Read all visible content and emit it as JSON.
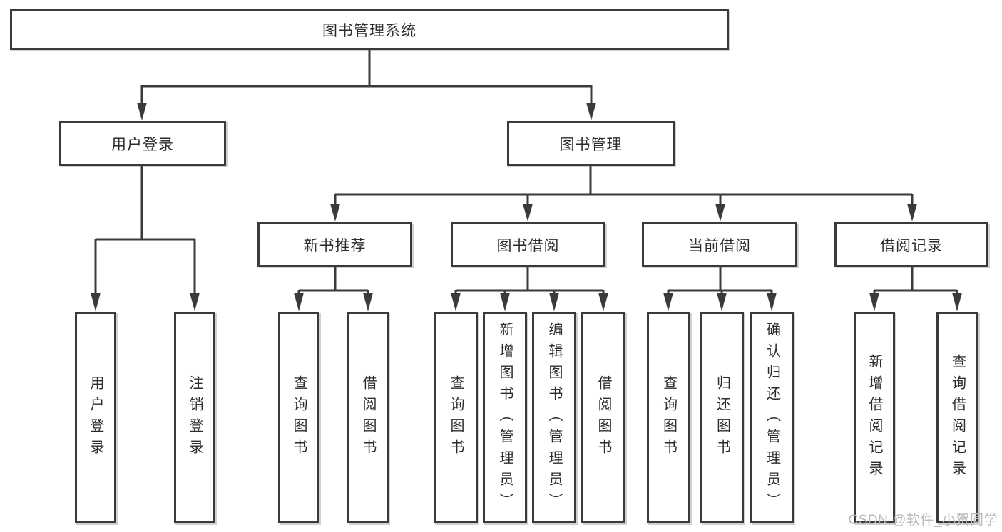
{
  "diagram_type": "hierarchy-tree",
  "tree": {
    "label": "图书管理系统",
    "children": [
      {
        "label": "用户登录",
        "children": [
          {
            "label": "用户登录"
          },
          {
            "label": "注销登录"
          }
        ]
      },
      {
        "label": "图书管理",
        "children": [
          {
            "label": "新书推荐",
            "children": [
              {
                "label": "查询图书"
              },
              {
                "label": "借阅图书"
              }
            ]
          },
          {
            "label": "图书借阅",
            "children": [
              {
                "label": "查询图书"
              },
              {
                "label": "新增图书（管理员）"
              },
              {
                "label": "编辑图书（管理员）"
              },
              {
                "label": "借阅图书"
              }
            ]
          },
          {
            "label": "当前借阅",
            "children": [
              {
                "label": "查询图书"
              },
              {
                "label": "归还图书"
              },
              {
                "label": "确认归还（管理员）"
              }
            ]
          },
          {
            "label": "借阅记录",
            "children": [
              {
                "label": "新增借阅记录"
              },
              {
                "label": "查询借阅记录"
              }
            ]
          }
        ]
      }
    ]
  },
  "watermark": "CSDN @软件_小贺同学",
  "colors": {
    "background": "#ffffff",
    "line": "#3a3a3c",
    "text": "#2c2c2e",
    "watermark": "#b9b9bd"
  }
}
